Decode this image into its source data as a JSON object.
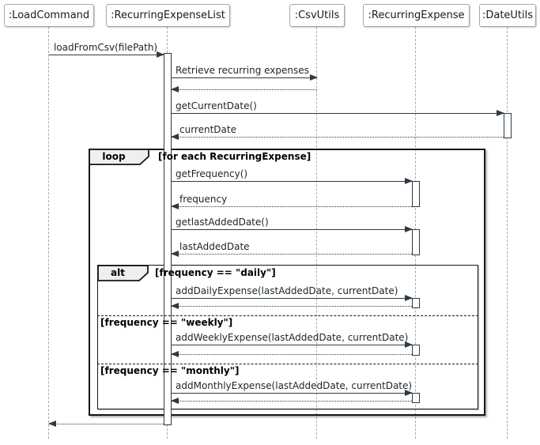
{
  "diagram_type": "uml-sequence-diagram",
  "participants": [
    {
      "label": ":LoadCommand"
    },
    {
      "label": ":RecurringExpenseList"
    },
    {
      "label": ":CsvUtils"
    },
    {
      "label": ":RecurringExpense"
    },
    {
      "label": ":DateUtils"
    }
  ],
  "messages": [
    {
      "label": "loadFromCsv(filePath)",
      "from": ":LoadCommand",
      "to": ":RecurringExpenseList",
      "style": "solid"
    },
    {
      "label": "Retrieve recurring expenses",
      "from": ":RecurringExpenseList",
      "to": ":CsvUtils",
      "style": "solid"
    },
    {
      "label": "",
      "from": ":CsvUtils",
      "to": ":RecurringExpenseList",
      "style": "return"
    },
    {
      "label": "getCurrentDate()",
      "from": ":RecurringExpenseList",
      "to": ":DateUtils",
      "style": "solid"
    },
    {
      "label": "currentDate",
      "from": ":DateUtils",
      "to": ":RecurringExpenseList",
      "style": "return"
    },
    {
      "label": "getFrequency()",
      "from": ":RecurringExpenseList",
      "to": ":RecurringExpense",
      "style": "solid"
    },
    {
      "label": "frequency",
      "from": ":RecurringExpense",
      "to": ":RecurringExpenseList",
      "style": "return"
    },
    {
      "label": "getlastAddedDate()",
      "from": ":RecurringExpenseList",
      "to": ":RecurringExpense",
      "style": "solid"
    },
    {
      "label": "lastAddedDate",
      "from": ":RecurringExpense",
      "to": ":RecurringExpenseList",
      "style": "return"
    },
    {
      "label": "addDailyExpense(lastAddedDate, currentDate)",
      "from": ":RecurringExpenseList",
      "to": ":RecurringExpense",
      "style": "solid"
    },
    {
      "label": "",
      "from": ":RecurringExpense",
      "to": ":RecurringExpenseList",
      "style": "return"
    },
    {
      "label": "addWeeklyExpense(lastAddedDate, currentDate)",
      "from": ":RecurringExpenseList",
      "to": ":RecurringExpense",
      "style": "solid"
    },
    {
      "label": "",
      "from": ":RecurringExpense",
      "to": ":RecurringExpenseList",
      "style": "return"
    },
    {
      "label": "addMonthlyExpense(lastAddedDate, currentDate)",
      "from": ":RecurringExpenseList",
      "to": ":RecurringExpense",
      "style": "solid"
    },
    {
      "label": "",
      "from": ":RecurringExpense",
      "to": ":RecurringExpenseList",
      "style": "return"
    },
    {
      "label": "",
      "from": ":RecurringExpenseList",
      "to": ":LoadCommand",
      "style": "return"
    }
  ],
  "frames": {
    "loop": {
      "operator": "loop",
      "guard": "[for each RecurringExpense]"
    },
    "alt": {
      "operator": "alt",
      "guard": "[frequency == \"daily\"]",
      "else_guards": [
        "[frequency == \"weekly\"]",
        "[frequency == \"monthly\"]"
      ]
    }
  },
  "colors": {
    "background": "#ffffff",
    "arrow": "#2f3a44",
    "text": "#1f2428",
    "frame_border": "#151515",
    "guard_text": "#000000",
    "lifeline": "#a9a9a9",
    "participant_border": "#a8a8a8",
    "participant_fill": "#fefefe",
    "activation_fill": "#ffffff",
    "tab_fill": "#efefef"
  }
}
